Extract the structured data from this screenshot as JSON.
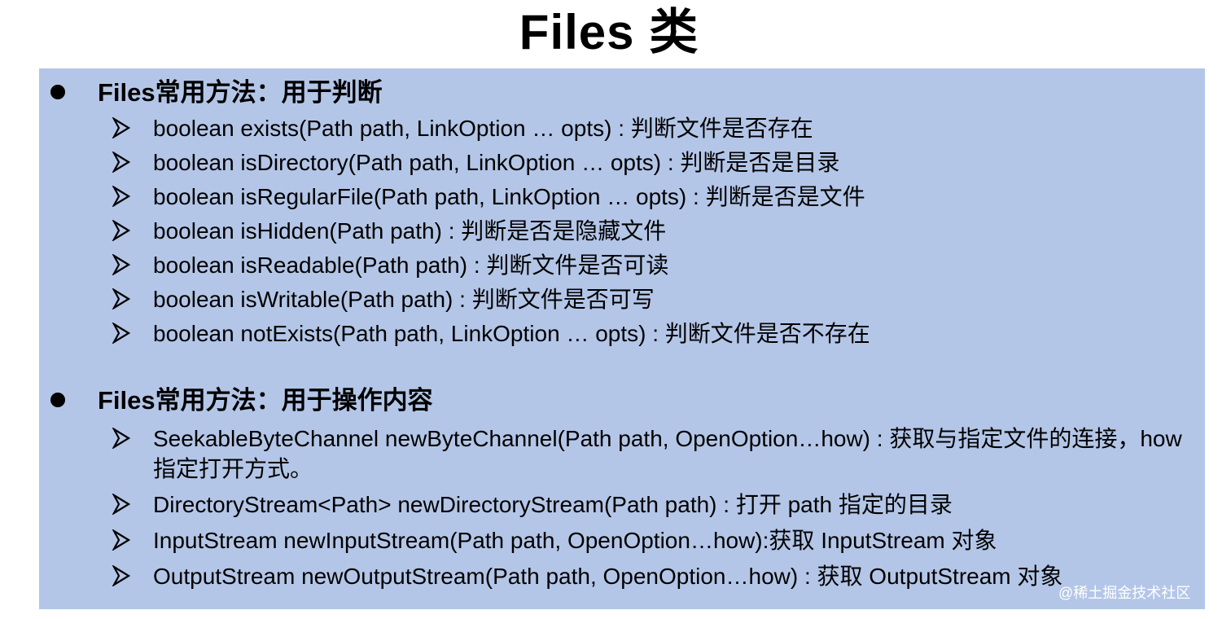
{
  "title": "Files 类",
  "sections": [
    {
      "heading": "Files常用方法：用于判断",
      "items": [
        "boolean exists(Path path, LinkOption … opts) : 判断文件是否存在",
        "boolean isDirectory(Path path, LinkOption … opts) : 判断是否是目录",
        "boolean isRegularFile(Path path, LinkOption … opts) : 判断是否是文件",
        "boolean isHidden(Path path) : 判断是否是隐藏文件",
        "boolean isReadable(Path path) : 判断文件是否可读",
        "boolean isWritable(Path path) : 判断文件是否可写",
        "boolean notExists(Path path, LinkOption … opts) : 判断文件是否不存在"
      ]
    },
    {
      "heading": "Files常用方法：用于操作内容",
      "items": [
        "SeekableByteChannel newByteChannel(Path path, OpenOption…how) : 获取与指定文件的连接，how 指定打开方式。",
        "DirectoryStream<Path>  newDirectoryStream(Path path) : 打开 path 指定的目录",
        "InputStream newInputStream(Path path, OpenOption…how):获取 InputStream 对象",
        "OutputStream newOutputStream(Path path, OpenOption…how) : 获取 OutputStream 对象"
      ]
    }
  ],
  "watermark": "@稀土掘金技术社区",
  "colors": {
    "panel": "#b4c6e7",
    "text": "#000000"
  }
}
